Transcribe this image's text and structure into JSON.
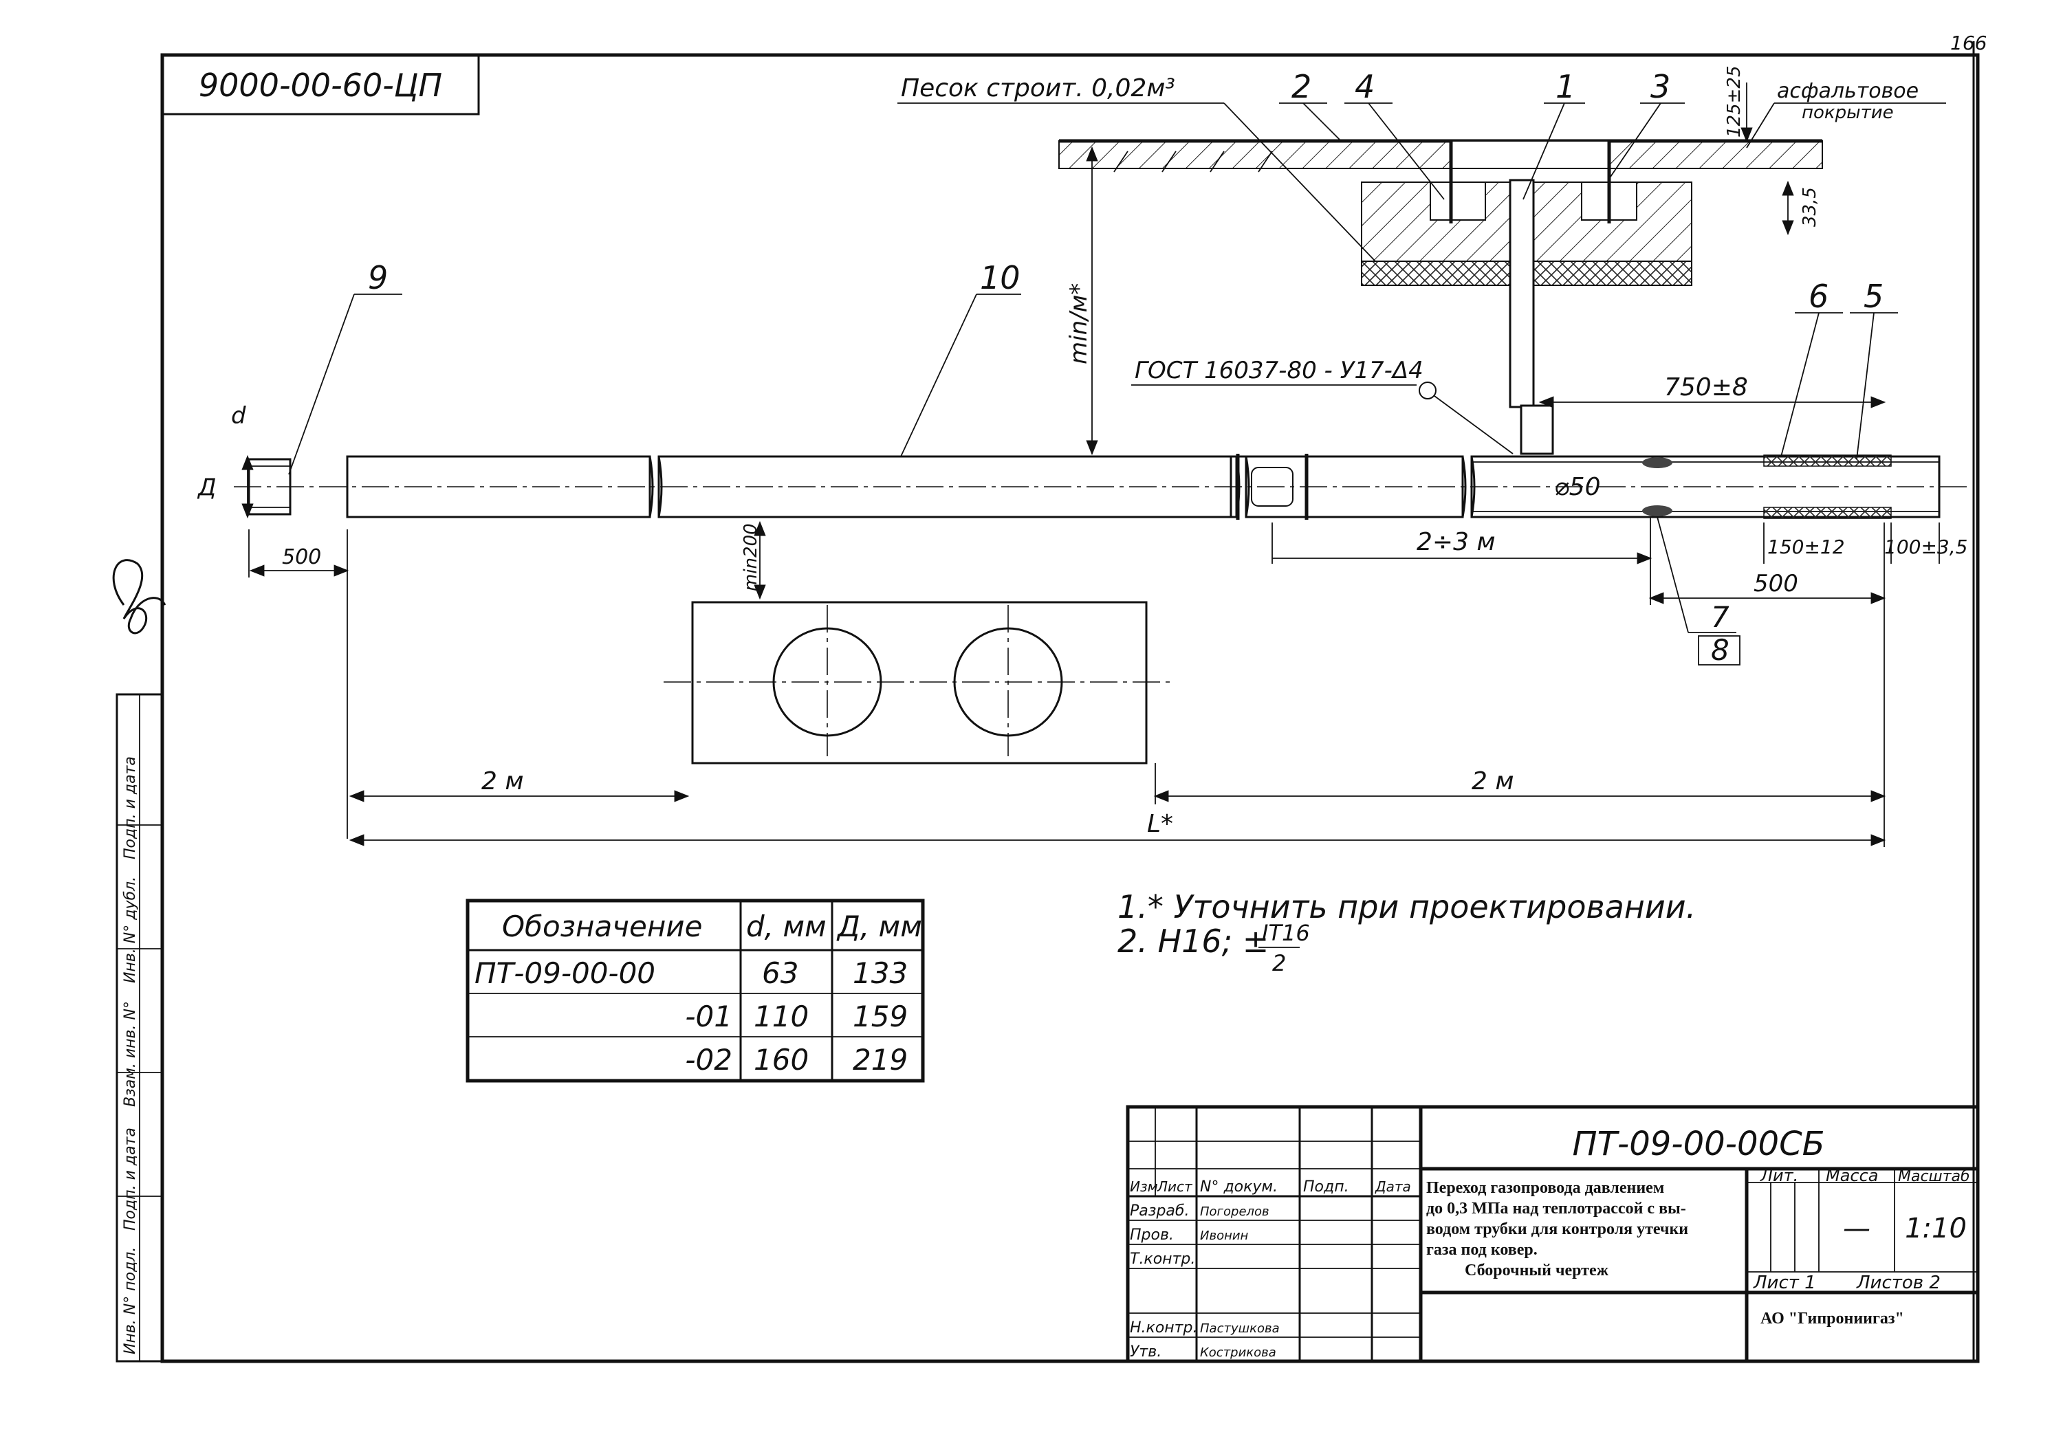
{
  "drawing": {
    "stamp_code": "ПТ-09-00-00СБ",
    "stamp_code_rotated": "9000-00-60-ЦП",
    "page_mark": "166"
  },
  "callouts": {
    "sand": "Песок строит. 0,02м³",
    "asphalt_line1": "асфальтовое",
    "asphalt_line2": "покрытие",
    "weld": "ГОСТ 16037-80 - У17-Δ4"
  },
  "positions": [
    "1",
    "2",
    "3",
    "4",
    "5",
    "6",
    "7",
    "8",
    "9",
    "10"
  ],
  "dimensions": {
    "d_label": "d",
    "D_label": "Д",
    "depth": "min/м*",
    "len_750": "750±8",
    "dia_50": "⌀50",
    "dim_500_left": "500",
    "min_200": "min200",
    "range_2_3": "2÷3 м",
    "dim_150": "150±12",
    "dim_100": "100±3,5",
    "dim_500_right": "500",
    "two_m_left": "2 м",
    "two_m_right": "2 м",
    "total": "L*",
    "dim_125": "125±25",
    "dim_335": "33,5"
  },
  "notes": [
    "1.* Уточнить при проектировании.",
    "2. Н16; ±",
    "IT16",
    "2"
  ],
  "spec_table": {
    "headers": [
      "Обозначение",
      "d, мм",
      "Д, мм"
    ],
    "rows": [
      [
        "ПТ-09-00-00",
        "63",
        "133"
      ],
      [
        "-01",
        "110",
        "159"
      ],
      [
        "-02",
        "160",
        "219"
      ]
    ]
  },
  "title_block": {
    "code": "ПТ-09-00-00СБ",
    "title_lines": [
      "Переход газопровода давлением",
      "до 0,3 МПа над теплотрассой с вы-",
      "водом трубки для контроля утечки",
      "газа под ковер."
    ],
    "doc_type": "Сборочный чертеж",
    "col_headers": [
      "Изм",
      "Лист",
      "N° докум.",
      "Подп.",
      "Дата"
    ],
    "roles": [
      "Разраб.",
      "Пров.",
      "Т.контр.",
      "Н.контр.",
      "Утв."
    ],
    "names": [
      "Погорелов",
      "Ивонин",
      "",
      "Пастушкова",
      "Кострикова"
    ],
    "lit_label": "Лит.",
    "mass_label": "Масса",
    "scale_label": "Масштаб",
    "mass_value": "—",
    "scale_value": "1:10",
    "sheet_label": "Лист 1",
    "sheets_label": "Листов 2",
    "org": "АО \"Гипрониигаз\""
  },
  "side_stamp": {
    "labels": [
      "Инв. N° подл.",
      "Подп. и дата",
      "Взам. инв. N°",
      "Инв. N° дубл.",
      "Подп. и дата"
    ]
  }
}
